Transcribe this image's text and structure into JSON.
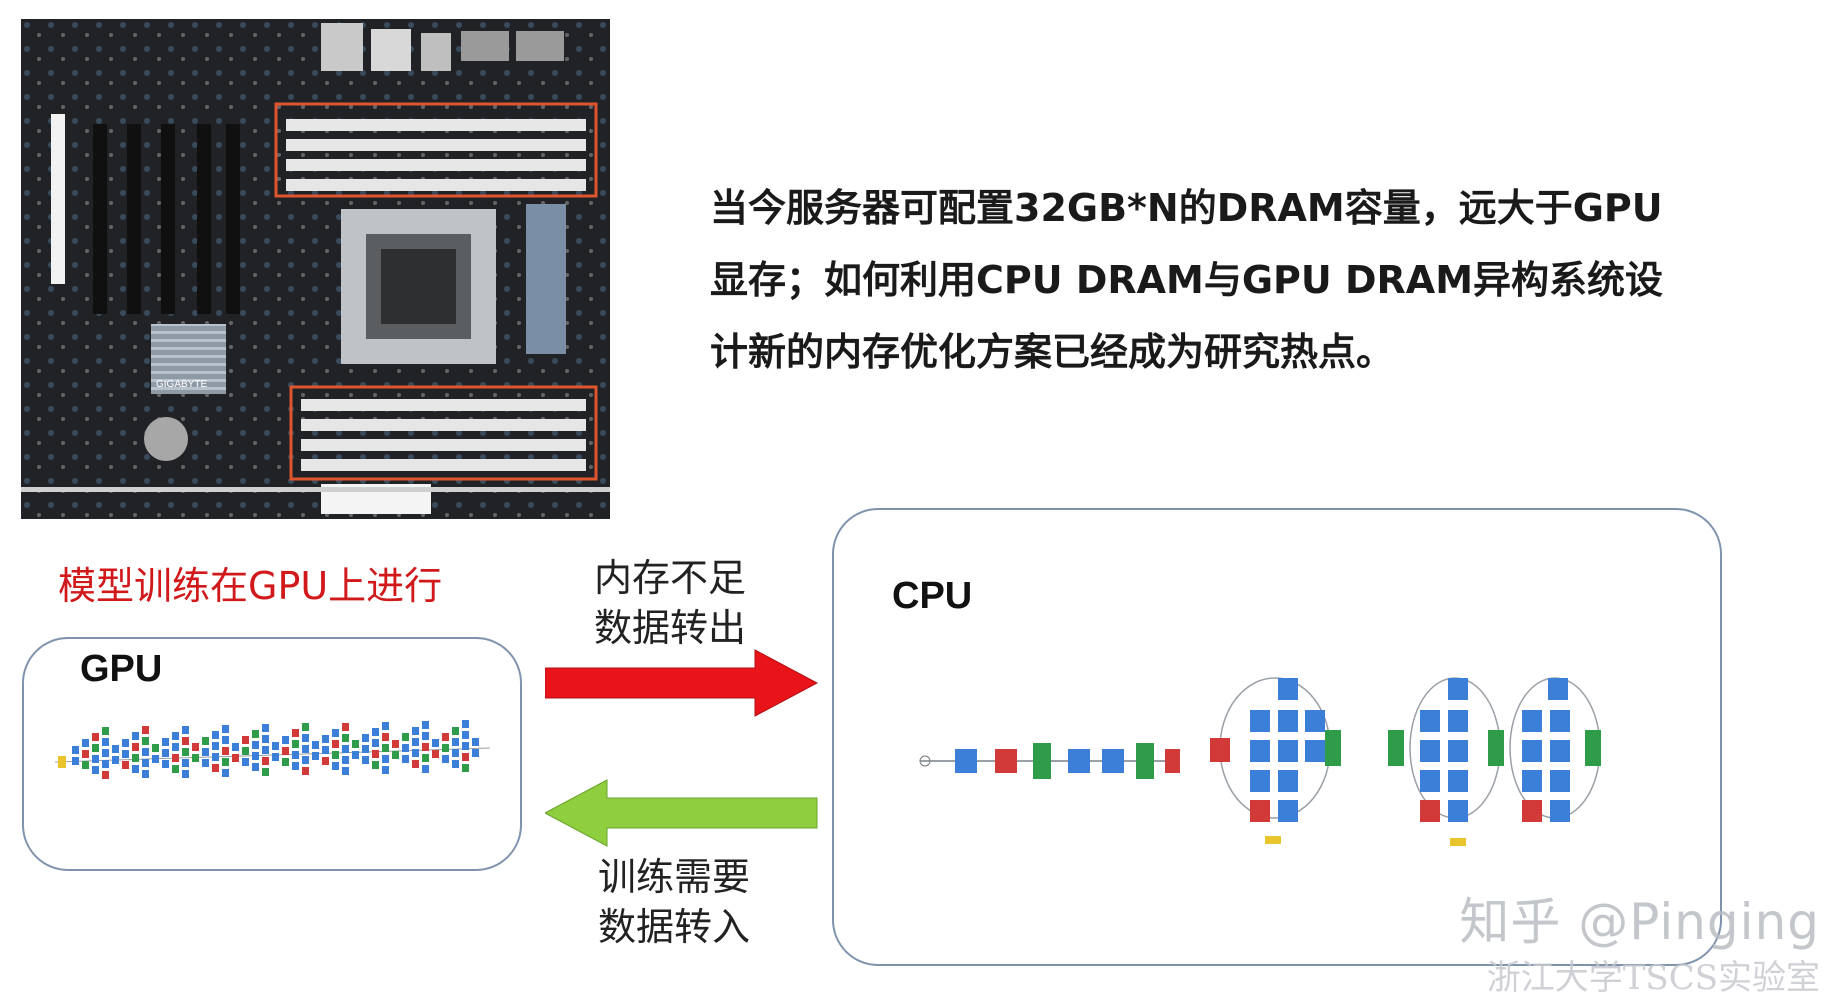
{
  "description": {
    "line1": "当今服务器可配置32GB*N的DRAM容量，远大于GPU",
    "line2": "显存；如何利用CPU DRAM与GPU DRAM异构系统设",
    "line3": "计新的内存优化方案已经成为研究热点。"
  },
  "gpu_section": {
    "title": "模型训练在GPU上进行",
    "box_label": "GPU"
  },
  "cpu_section": {
    "box_label": "CPU"
  },
  "transfer_out": {
    "line1": "内存不足",
    "line2": "数据转出",
    "color": "#e8141a"
  },
  "transfer_in": {
    "line1": "训练需要",
    "line2": "数据转入",
    "color": "#8fce3f"
  },
  "board_photo": {
    "brand": "GIGABYTE",
    "highlight_color": "#e0552d"
  },
  "watermark": {
    "main": "知乎 @Pinging",
    "sub": "浙江大学TSCS实验室"
  },
  "colors": {
    "layer_blue": "#3b7fd8",
    "layer_red": "#d23a3a",
    "layer_green": "#2f9c4a",
    "layer_yellow": "#e9c42b",
    "box_border": "#7f93ad"
  }
}
